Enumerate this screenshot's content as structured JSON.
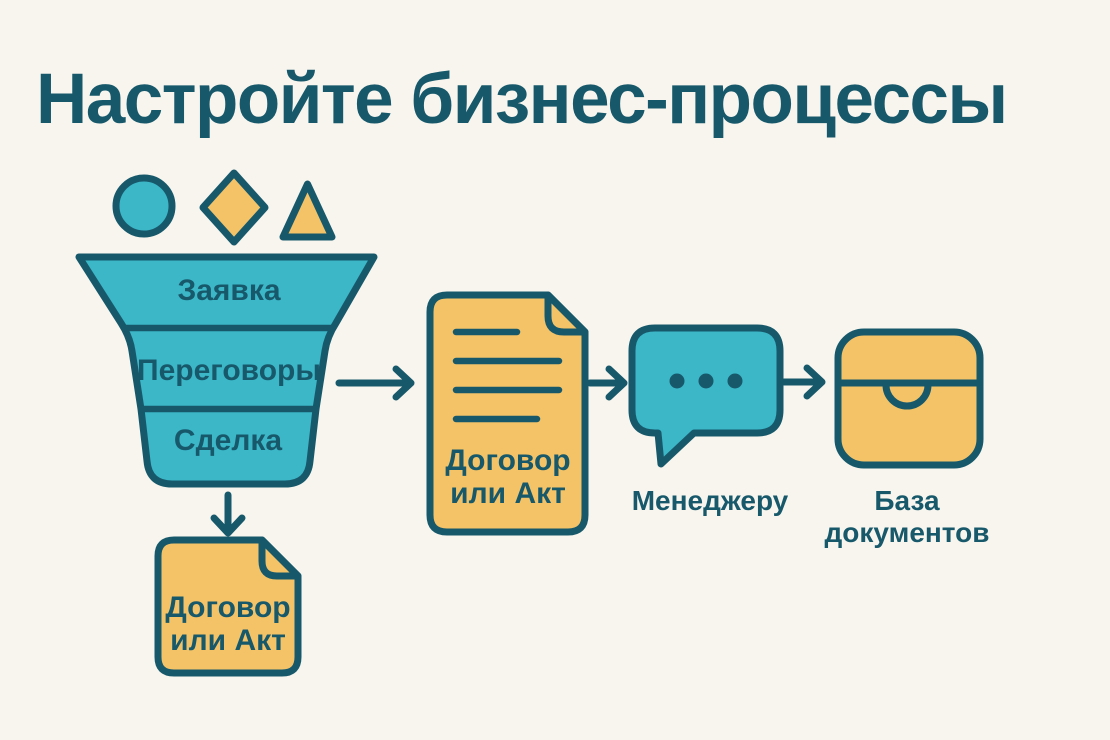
{
  "title": "Настройте бизнес-процессы",
  "colors": {
    "background": "#f8f5ee",
    "teal": "#3bb7c8",
    "yellow": "#f4c367",
    "dark": "#17596b"
  },
  "funnel": {
    "stages": [
      "Заявка",
      "Переговоры",
      "Сделка"
    ]
  },
  "contract_doc_bottom": {
    "line1": "Договор",
    "line2": "или Акт"
  },
  "contract_doc_flow": {
    "line1": "Договор",
    "line2": "или Акт"
  },
  "manager": {
    "label": "Менеджеру"
  },
  "database": {
    "line1": "База",
    "line2": "документов"
  }
}
